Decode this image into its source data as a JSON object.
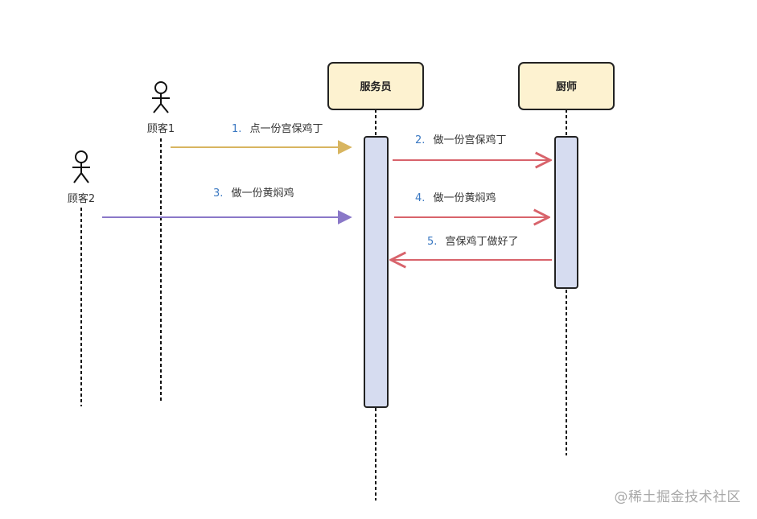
{
  "participants": {
    "waiter": "服务员",
    "chef": "厨师",
    "customer1": "顾客1",
    "customer2": "顾客2"
  },
  "messages": [
    {
      "num": "1.",
      "text": "点一份宫保鸡丁"
    },
    {
      "num": "2.",
      "text": "做一份宫保鸡丁"
    },
    {
      "num": "3.",
      "text": "做一份黄焖鸡"
    },
    {
      "num": "4.",
      "text": "做一份黄焖鸡"
    },
    {
      "num": "5.",
      "text": "宫保鸡丁做好了"
    }
  ],
  "colors": {
    "box_fill": "#fdf2d0",
    "box_stroke": "#222222",
    "activation_fill": "#d6dcf0",
    "arrow_gold": "#d8b560",
    "arrow_red": "#d8636b",
    "arrow_purple": "#8a78c8",
    "number_blue": "#3a78c2"
  },
  "watermark": "@稀土掘金技术社区"
}
